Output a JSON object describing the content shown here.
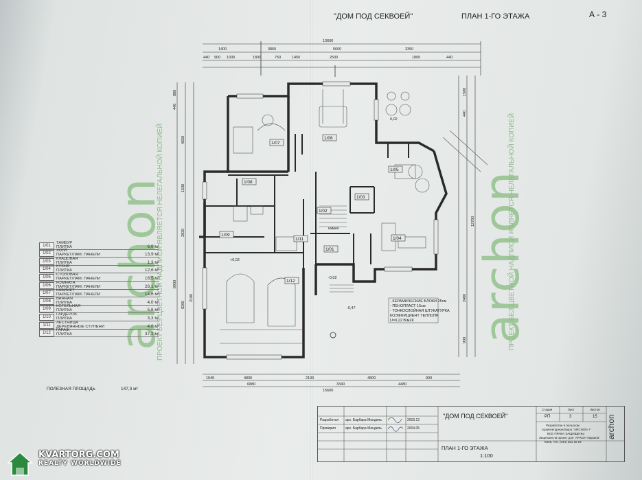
{
  "sheet": {
    "title": "\"ДОМ ПОД СЕКВОЕЙ\"",
    "plan": "ПЛАН 1-ГО ЭТАЖА",
    "sheet_no": "А - 3"
  },
  "watermark": {
    "word": "archon",
    "vertical_text": "ПРОЕКТ БЕЗ ЦВЕТНОЙ НАДПИСИ ЯВЛЯЕТСЯ НЕЛЕГАЛЬНОЙ КОПИЕЙ"
  },
  "dims": {
    "top_total": "13600",
    "top_row1": [
      "1400",
      "3850",
      "5600",
      "3350"
    ],
    "top_row2": [
      "440",
      "900",
      "1000",
      "1800",
      "750",
      "1450",
      "2500",
      "1800",
      "440"
    ],
    "bottom_row1": [
      "1040",
      "4800",
      "2100",
      "4800",
      "900"
    ],
    "bottom_row2": [
      "6880",
      "3340",
      "4480"
    ],
    "bottom_total": "15600",
    "left_vertical": [
      "880",
      "440",
      "4650",
      "1530",
      "2820",
      "9900",
      "8200",
      "2100"
    ],
    "right_vertical": [
      "1500",
      "440",
      "12760",
      "2400",
      "900"
    ]
  },
  "rooms": [
    {
      "code": "1/07",
      "label": "1/07"
    },
    {
      "code": "1/06",
      "label": "1/06"
    },
    {
      "code": "1/05",
      "label": "1/05"
    },
    {
      "code": "1/08",
      "label": "1/08"
    },
    {
      "code": "1/02",
      "label": "1/02"
    },
    {
      "code": "1/03",
      "label": "1/03"
    },
    {
      "code": "1/04",
      "label": "1/04"
    },
    {
      "code": "1/09",
      "label": "1/09"
    },
    {
      "code": "1/11",
      "label": "1/11"
    },
    {
      "code": "1/01",
      "label": "1/01"
    },
    {
      "code": "1/12",
      "label": "1/12"
    }
  ],
  "notes": {
    "chimney": "камин",
    "level1": "0,02",
    "level2": "-0,47",
    "level3": "+0,02",
    "level4": "-0,02",
    "wall_spec": [
      "- КЕРАМИЧЕСКИЕ БЛОКИ 25см",
      "- ПЕНОПЛАСТ 15см",
      "- ТОНКОСЛОЙНАЯ ШТУКАТУРКА",
      "КОЭФФИЦИЕНТ ТЕПЛОПР.",
      "U=0,22 В/м2К"
    ]
  },
  "legend": {
    "items": [
      {
        "code": "1/01",
        "name": "ТАМБУР",
        "name2": "ПЛИТКА",
        "area": "6,0 м²"
      },
      {
        "code": "1/02",
        "name": "ХОЛЛ",
        "name2": "ПАРКЕТ/ЛАМ. ПАНЕЛИ",
        "area": "13,9 м²"
      },
      {
        "code": "1/03",
        "name": "КЛАДОВАЯ",
        "name2": "ПЛИТКА",
        "area": "1,3 м²"
      },
      {
        "code": "1/04",
        "name": "КУХНЯ",
        "name2": "ПЛИТКА",
        "area": "12,6 м²"
      },
      {
        "code": "1/05",
        "name": "СТОЛОВАЯ",
        "name2": "ПАРКЕТ/ЛАМ. ПАНЕЛИ",
        "area": "16,5 м²"
      },
      {
        "code": "1/06",
        "name": "КОМНАТА",
        "name2": "ПАРКЕТ/ЛАМ. ПАНЕЛИ",
        "area": "28,1 м²"
      },
      {
        "code": "1/07",
        "name": "КАБИНЕТ",
        "name2": "ПАРКЕТ/ЛАМ. ПАНЕЛИ",
        "area": "14,6 м²"
      },
      {
        "code": "1/08",
        "name": "ВАННАЯ",
        "name2": "ПЛИТКА",
        "area": "4,0 м²"
      },
      {
        "code": "1/09",
        "name": "КОТЕЛЬНАЯ",
        "name2": "ПЛИТКА",
        "area": "5,8 м²"
      },
      {
        "code": "1/10",
        "name": "ГАРДЕРОБ",
        "name2": "ПЛИТКА",
        "area": "3,3 м²"
      },
      {
        "code": "1/11",
        "name": "ЛЕСТНИЦА",
        "name2": "ДЕРЕВЯННЫЕ СТУПЕНИ",
        "area": "4,0 м²"
      },
      {
        "code": "1/12",
        "name": "ГАРАЖ",
        "name2": "ПЛИТКА",
        "area": "37,2 м²"
      }
    ],
    "total_label": "ПОЛЕЗНАЯ ПЛОЩАДЬ",
    "total_value": "147,3 м²"
  },
  "title_block": {
    "r1": "Разработал",
    "r2": "Проверил",
    "n1": "арх. Барбара Мендель",
    "n2": "арх. Барбара Мендель",
    "d1": "2003.12",
    "d2": "2004.05",
    "name": "\"ДОМ ПОД СЕКВОЕЙ\"",
    "sheet_title": "ПЛАН 1-ГО ЭТАЖА",
    "scale": "1:100",
    "stage_h": "Стадия",
    "sheet_h": "Лист",
    "sheets_h": "Листов",
    "stage": "РП",
    "sheet": "3",
    "sheets": "15",
    "company1": "Разработан в польском",
    "company2": "Архитектурном Бюро \"ARCHON +\"",
    "company3": "ВСЕ ПРАВА ЗАЩИЩЕНЫ",
    "company4": "Лицензия на проект для \"АРХОН Украина\"",
    "company5": "Киев, тел. (044) 251 26 04",
    "brand": "archon"
  },
  "site_brand": {
    "line1": "KVARTORG.COM",
    "line2": "REALTY WORLDWIDE"
  },
  "colors": {
    "wall": "#2a2a2a",
    "watermark": "#9fc79a",
    "paper": "#e6e9e7"
  }
}
